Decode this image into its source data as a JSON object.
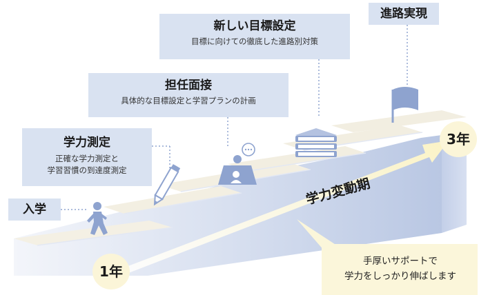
{
  "steps": {
    "entry": {
      "title": "入学"
    },
    "measurement": {
      "title": "学力測定",
      "desc_line1": "正確な学力測定と",
      "desc_line2": "学習習慣の到達度測定"
    },
    "interview": {
      "title": "担任面接",
      "desc": "具体的な目標設定と学習プランの計画"
    },
    "new_goal": {
      "title": "新しい目標設定",
      "desc": "目標に向けての徹底した進路別対策"
    },
    "goal": {
      "title": "進路実現"
    }
  },
  "years": {
    "start": "1年",
    "end": "3年"
  },
  "period_label": "学力変動期",
  "support": {
    "line1": "手厚いサポートで",
    "line2": "学力をしっかり伸ばします"
  },
  "icons": [
    "walking-person-icon",
    "pencil-icon",
    "interview-icon",
    "books-icon",
    "flag-icon"
  ],
  "colors": {
    "label_bg": "#d9e2f1",
    "stair_top": "#f4f0e4",
    "stair_front": "#c7d3ea",
    "icon": "#8ea3cf",
    "year_bg": "#fbf5d8",
    "arrow": "#fbf5d0"
  }
}
